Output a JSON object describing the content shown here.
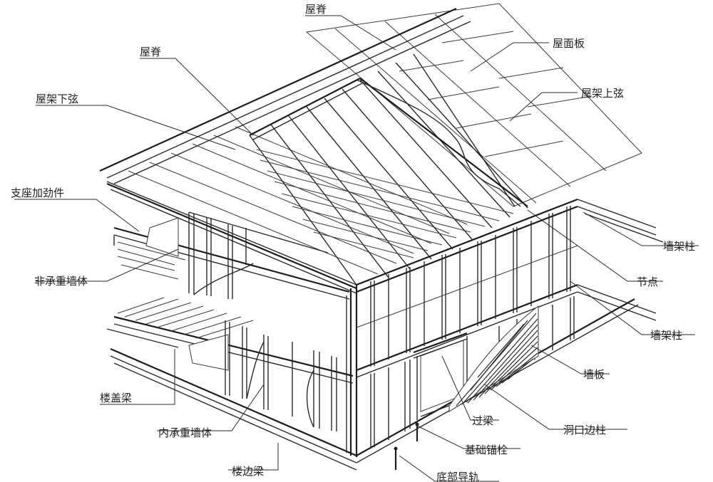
{
  "labels": {
    "roof_ridge": "屋脊",
    "roof_sheathing": "屋面板",
    "roof_purlin": "屋脊",
    "truss_top_chord": "屋架上弦",
    "truss_bottom_chord": "屋架下弦",
    "support_stiffener": "支座加劲件",
    "non_load_bearing_wall": "非承重墙体",
    "wall_stud_1": "墙架柱",
    "joint": "节点",
    "wall_stud_2": "墙架柱",
    "wall_sheathing": "墙板",
    "floor_joist": "楼盖梁",
    "lintel": "过梁",
    "interior_load_bearing_wall": "内承重墙体",
    "opening_stud": "洞口边柱",
    "foundation_anchor": "基础锚栓",
    "rim_beam": "楼边梁",
    "bottom_track": "底部导轨"
  }
}
